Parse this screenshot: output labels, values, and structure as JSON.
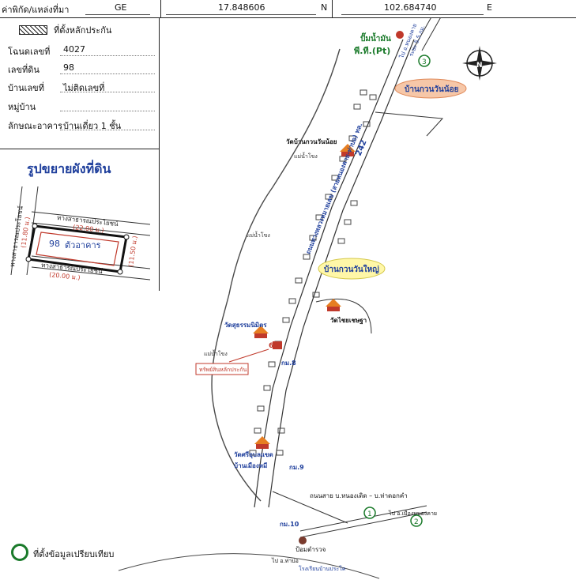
{
  "coord_bar": {
    "label": "ค่าพิกัด/แหล่งที่มา",
    "source": "GE",
    "north_value": "17.848606",
    "north_unit": "N",
    "east_value": "102.684740",
    "east_unit": "E"
  },
  "info_panel": {
    "legend_label": "ที่ตั้งหลักประกัน",
    "rows": [
      {
        "label": "โฉนดเลขที่",
        "value": "4027"
      },
      {
        "label": "เลขที่ดิน",
        "value": "98"
      },
      {
        "label": "บ้านเลขที่",
        "value": "ไม่ติดเลขที่"
      },
      {
        "label": "หมู่บ้าน",
        "value": ""
      },
      {
        "label": "ลักษณะอาคาร",
        "value": "บ้านเดี่ยว 1 ชั้น"
      }
    ]
  },
  "plot_diagram": {
    "title": "รูปขยายผังที่ดิน",
    "road_left": "ทางสาธารณประโยชน์",
    "road_top": "ทางสาธารณประโยชน์",
    "road_bottom": "ทางสาธารณประโยชน์",
    "dim_top": "(22.00 ม.)",
    "dim_bottom": "(20.00 ม.)",
    "dim_left": "(11.80 ม.)",
    "dim_right": "(11.50 ม.)",
    "parcel_no": "98",
    "building_label": "ตัวอาคาร"
  },
  "map": {
    "gas_station_label": "ปั๊มน้ำมัน",
    "gas_station_brand": "พี.ที.(Pt)",
    "compass_label": "N",
    "village_north": "บ้านกวนวันน้อย",
    "village_south": "บ้านกวนวันใหญ่",
    "temple_north": "วัดบ้านกวนวันน้อย",
    "temple_east": "วัดไชยเชษฐา",
    "temple_middle": "วัดสุธรรมนิมิตร",
    "temple_south": "วัดศรีอุบลแขต",
    "village_bottom": "บ้านเมืองหมี",
    "river_1": "แม่น้ำโขง",
    "river_2": "แม่น้ำโขง",
    "river_3": "แม่น้ำโขง",
    "highway_number": "242",
    "highway_label": "ถนนทางหลวงหมายเลข (สายหนองคาย-ท่าบ่อ) ทล.",
    "km_4": "ไป อ.หนองคาย",
    "km_4_dist": "ระยะ 5.5 กม.",
    "km_65": "65",
    "km_8": "กม.8",
    "km_9": "กม.9",
    "km_10": "กม.10",
    "road_note": "ถนนสาย บ.หนองเดิด – บ.ท่าดอกคำ",
    "to_district": "ไป อ.เมืองหนองคาย",
    "collateral_note": "ทรัพย์สินหลักประกัน",
    "police_box": "ป้อมตำรวจ",
    "marker_1": "1",
    "marker_2": "2",
    "marker_3": "3",
    "bottom_note": "ไป อ.ท่าบ่อ",
    "school_note": "โรงเรียนบ้านประโค"
  },
  "footer": {
    "comparison_label": "ที่ตั้งข้อมูลเปรียบเทียบ"
  }
}
